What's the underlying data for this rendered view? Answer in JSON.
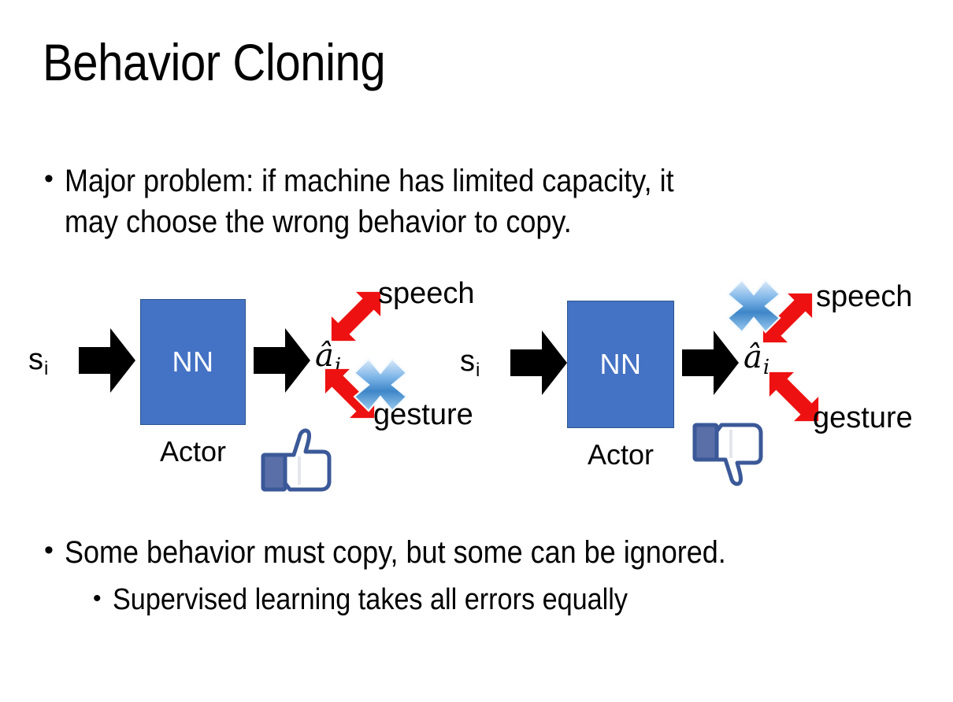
{
  "slide": {
    "title": "Behavior Cloning",
    "background_color": "#FFFFFF"
  },
  "bullets": [
    {
      "marker": "•",
      "text": "Major problem: if machine has limited capacity, it\nmay choose the wrong behavior to copy.",
      "level": 1
    },
    {
      "marker": "•",
      "text": "Some behavior must copy, but some can be ignored.",
      "level": 1
    },
    {
      "marker": "•",
      "text": "Supervised learning takes all errors equally",
      "level": 2
    }
  ],
  "colors": {
    "nn_box_fill": "#4472C4",
    "nn_box_border": "#2E558E",
    "nn_label": "#FFFFFF",
    "red_arrow": "#EE1111",
    "x_mark_blue_light": "#CFE2F7",
    "x_mark_blue_mid": "#4A90D9",
    "x_mark_blue_dark": "#2E6DA8",
    "thumb_outline": "#3B5998",
    "thumb_fill": "#FFFFFF",
    "thumb_cuff": "#5A6FA8",
    "black_arrow": "#000000",
    "text": "#000000"
  },
  "diagrams": [
    {
      "id": "left",
      "state_label": "s",
      "state_subscript": "i",
      "nn_label": "NN",
      "actor_caption": "Actor",
      "action_label": "â",
      "action_subscript": "i",
      "branches": [
        {
          "name": "speech",
          "label": "speech",
          "direction": "up",
          "crossed_out": false
        },
        {
          "name": "gesture",
          "label": "gesture",
          "direction": "down",
          "crossed_out": true
        }
      ],
      "feedback_icon": "thumbs-up",
      "x_mark_on": "gesture"
    },
    {
      "id": "right",
      "state_label": "s",
      "state_subscript": "i",
      "nn_label": "NN",
      "actor_caption": "Actor",
      "action_label": "â",
      "action_subscript": "i",
      "branches": [
        {
          "name": "speech",
          "label": "speech",
          "direction": "up",
          "crossed_out": true
        },
        {
          "name": "gesture",
          "label": "gesture",
          "direction": "down",
          "crossed_out": false
        }
      ],
      "feedback_icon": "thumbs-down",
      "x_mark_on": "speech"
    }
  ]
}
